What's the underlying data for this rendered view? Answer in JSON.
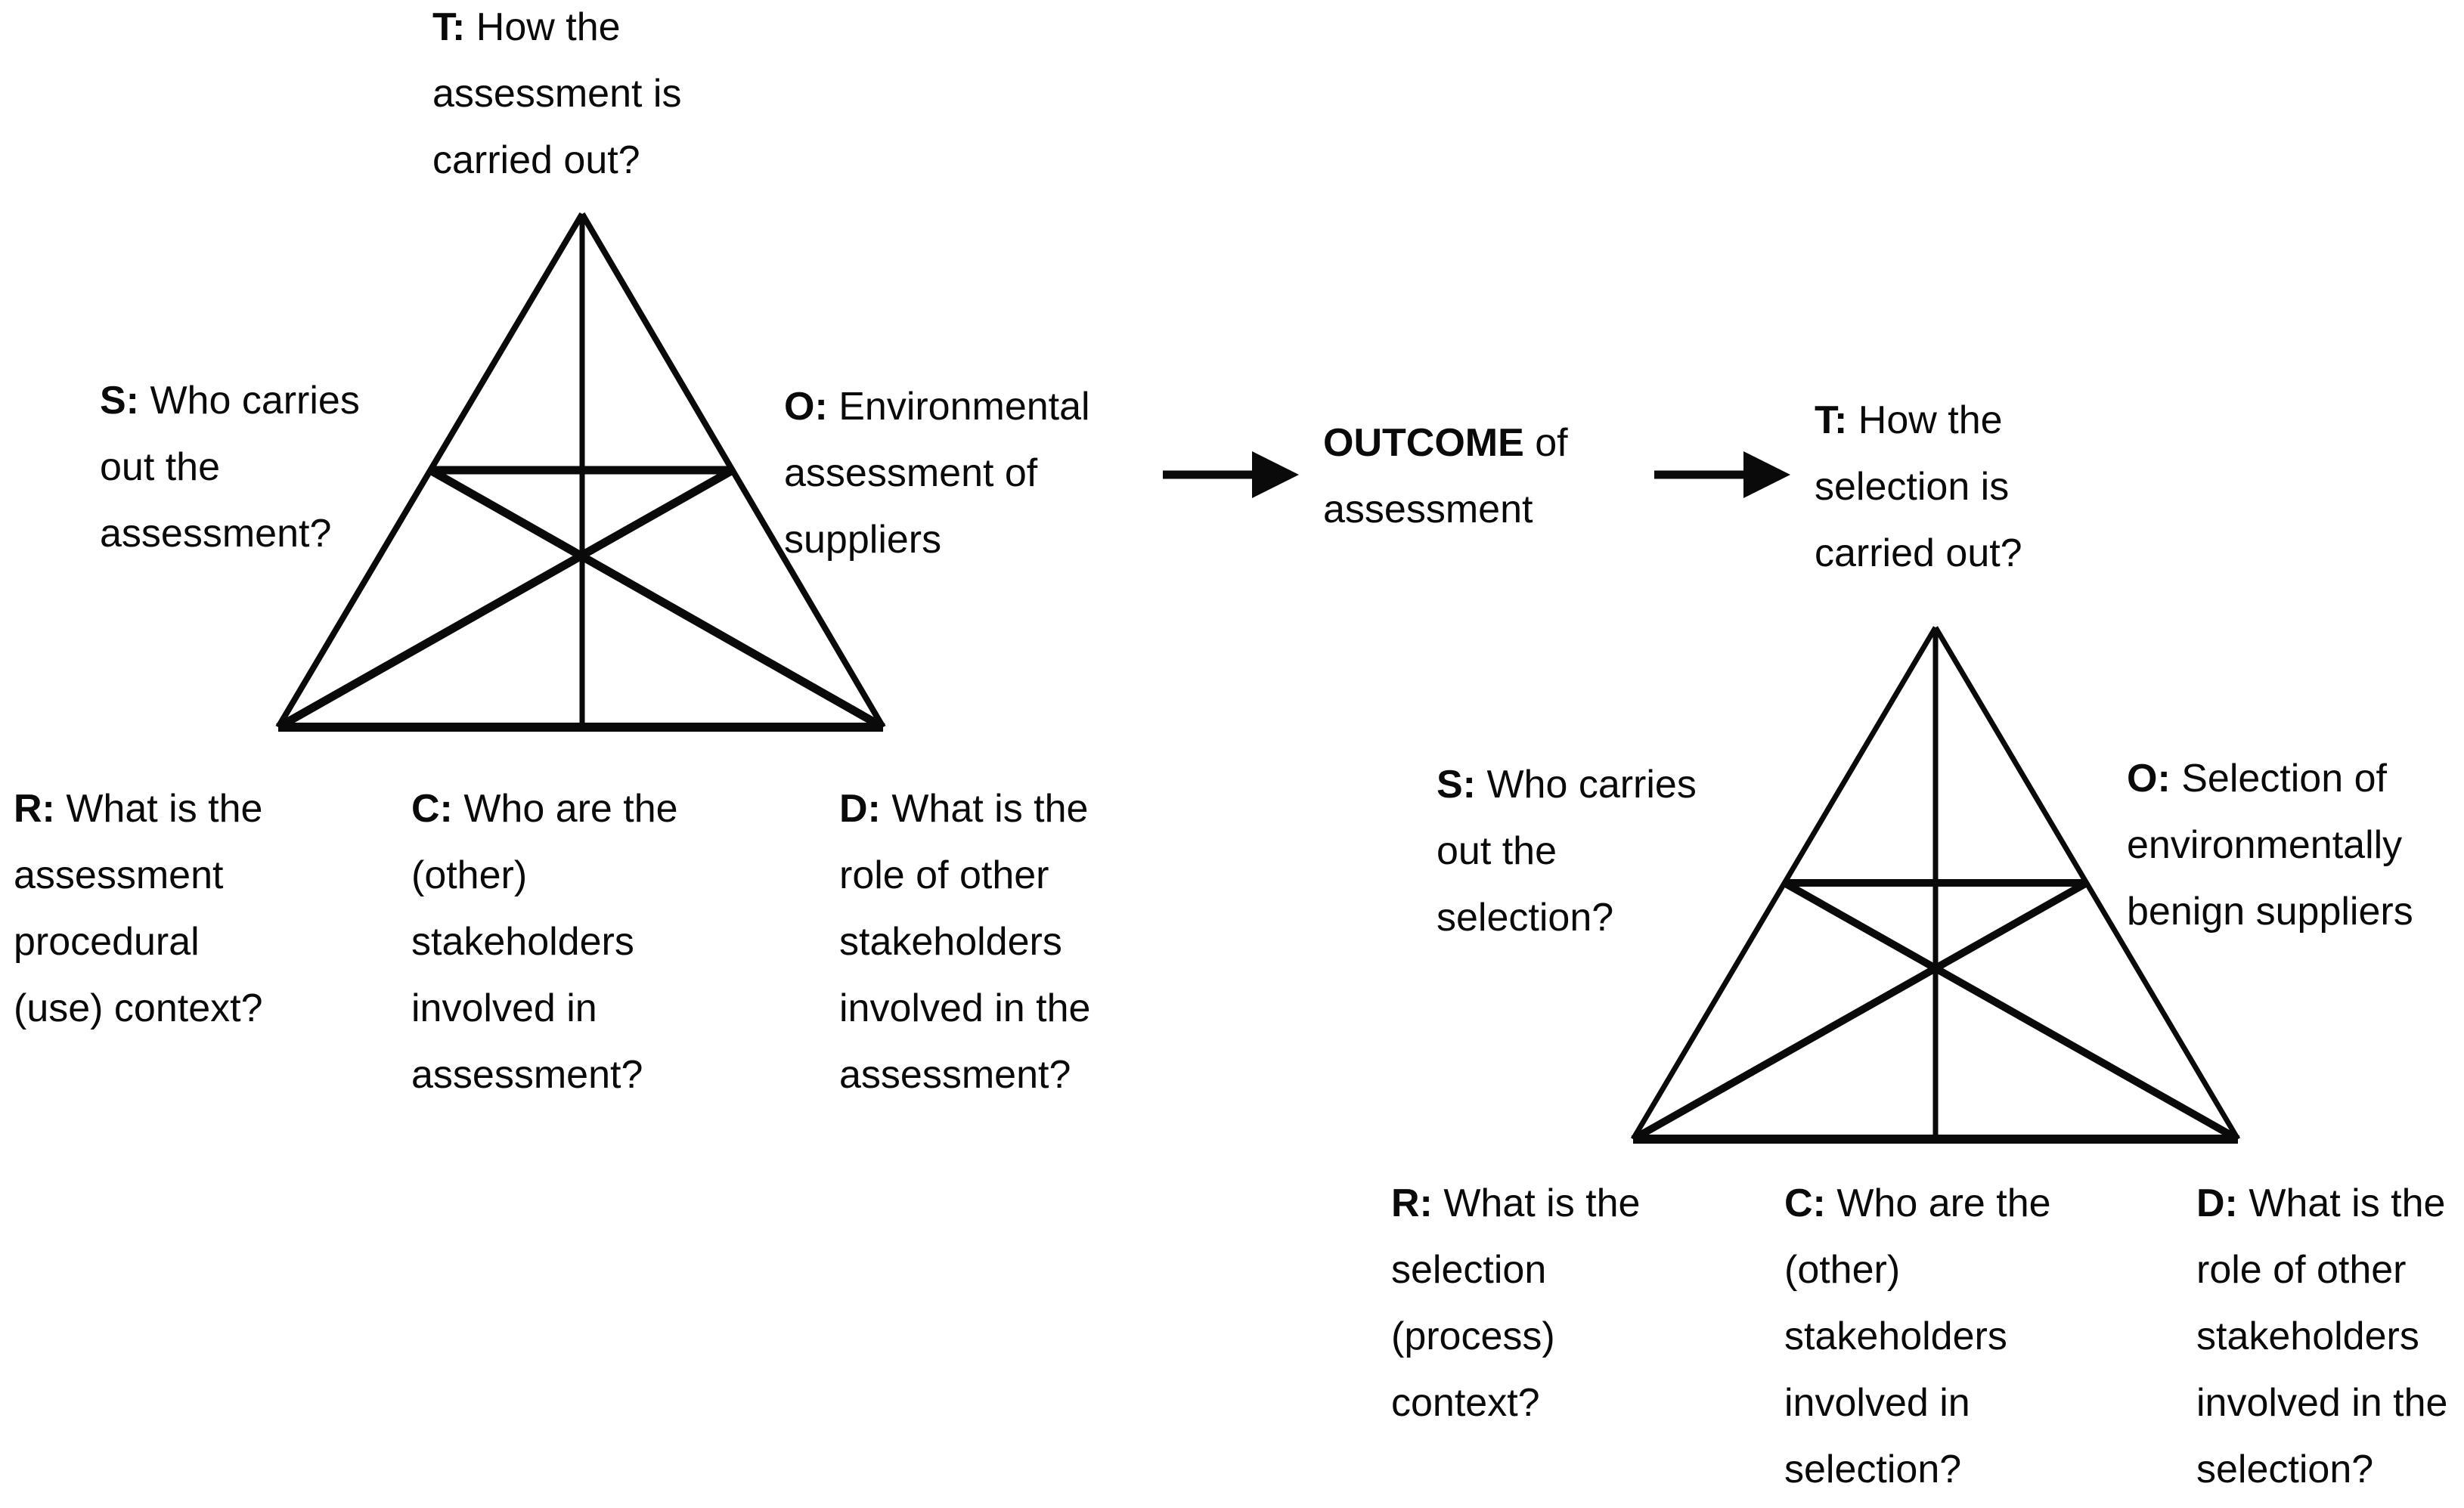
{
  "diagram": {
    "background_color": "#ffffff",
    "ink_color": "#0a0a0a",
    "left_activity_system": {
      "tool": {
        "prefix": "T:",
        "first": " How the",
        "line2": "assessment is",
        "line3": "carried out?"
      },
      "subject": {
        "prefix": "S:",
        "first": " Who carries",
        "line2": "out the",
        "line3": "assessment?"
      },
      "object": {
        "prefix": "O:",
        "first": " Environmental",
        "line2": "assessment of",
        "line3": "suppliers"
      },
      "rules": {
        "prefix": "R:",
        "first": " What is the",
        "line2": "assessment",
        "line3": "procedural",
        "line4": "(use) context?"
      },
      "community": {
        "prefix": "C:",
        "first": " Who are the",
        "line2": "(other)",
        "line3": "stakeholders",
        "line4": "involved in",
        "line5": "assessment?"
      },
      "division": {
        "prefix": "D:",
        "first": " What is the",
        "line2": "role of other",
        "line3": "stakeholders",
        "line4": "involved in the",
        "line5": "assessment?"
      }
    },
    "outcome": {
      "prefix": "OUTCOME",
      "first": " of",
      "line2": "assessment"
    },
    "right_activity_system": {
      "tool": {
        "prefix": "T:",
        "first": " How the",
        "line2": "selection is",
        "line3": "carried out?"
      },
      "subject": {
        "prefix": "S:",
        "first": " Who carries",
        "line2": "out the",
        "line3": "selection?"
      },
      "object": {
        "prefix": "O:",
        "first": " Selection of",
        "line2": "environmentally",
        "line3": "benign suppliers"
      },
      "rules": {
        "prefix": "R:",
        "first": " What is the",
        "line2": "selection",
        "line3": "(process)",
        "line4": "context?"
      },
      "community": {
        "prefix": "C:",
        "first": " Who are the",
        "line2": "(other)",
        "line3": "stakeholders",
        "line4": "involved in",
        "line5": "selection?"
      },
      "division": {
        "prefix": "D:",
        "first": " What is the",
        "line2": "role of other",
        "line3": "stakeholders",
        "line4": "involved in the",
        "line5": "selection?"
      }
    }
  }
}
